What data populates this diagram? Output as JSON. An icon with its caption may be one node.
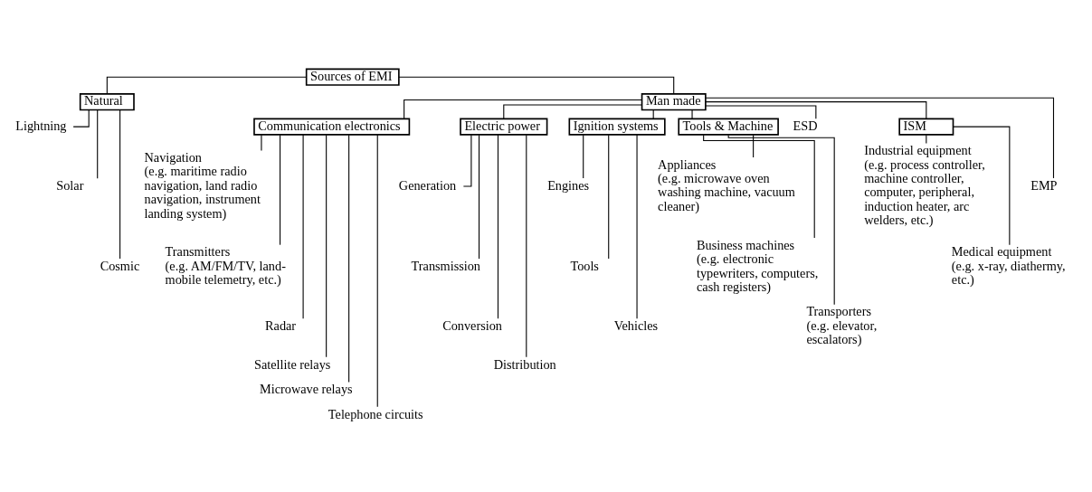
{
  "diagram": {
    "nodes": [
      {
        "text": [
          "Sources of EMI"
        ]
      },
      {
        "text": [
          "Natural"
        ]
      },
      {
        "text": [
          "Lightning"
        ]
      },
      {
        "text": [
          "Solar"
        ]
      },
      {
        "text": [
          "Cosmic"
        ]
      },
      {
        "text": [
          "Man made"
        ]
      },
      {
        "text": [
          "Communication electronics"
        ]
      },
      {
        "text": [
          "Electric power"
        ]
      },
      {
        "text": [
          "Ignition systems"
        ]
      },
      {
        "text": [
          "Tools & Machine"
        ]
      },
      {
        "text": [
          "ESD"
        ]
      },
      {
        "text": [
          "ISM"
        ]
      },
      {
        "text": [
          "EMP"
        ]
      },
      {
        "text": [
          "Navigation",
          "(e.g. maritime radio navigation, land radio navigation, instrument landing system)"
        ]
      },
      {
        "text": [
          "Transmitters",
          "(e.g. AM/FM/TV, land-mobile telemetry, etc.)"
        ]
      },
      {
        "text": [
          "Radar"
        ]
      },
      {
        "text": [
          "Satellite relays"
        ]
      },
      {
        "text": [
          "Microwave relays"
        ]
      },
      {
        "text": [
          "Telephone circuits"
        ]
      },
      {
        "text": [
          "Generation"
        ]
      },
      {
        "text": [
          "Transmission"
        ]
      },
      {
        "text": [
          "Conversion"
        ]
      },
      {
        "text": [
          "Distribution"
        ]
      },
      {
        "text": [
          "Engines"
        ]
      },
      {
        "text": [
          "Tools"
        ]
      },
      {
        "text": [
          "Vehicles"
        ]
      },
      {
        "text": [
          "Appliances",
          "(e.g. microwave oven washing machine, vacuum cleaner)"
        ]
      },
      {
        "text": [
          "Business machines",
          "(e.g. electronic typewriters, computers, cash registers)"
        ]
      },
      {
        "text": [
          "Transporters",
          "(e.g. elevator, escalators)"
        ]
      },
      {
        "text": [
          "Industrial equipment",
          "(e.g. process controller, machine controller, computer, peripheral, induction heater, arc welders, etc.)"
        ]
      },
      {
        "text": [
          "Medical equipment",
          "(e.g. x-ray, diathermy, etc.)"
        ]
      }
    ],
    "edges": [
      {
        "from": 0,
        "to": 1,
        "arrow": "none"
      },
      {
        "from": 0,
        "to": 5,
        "arrow": "none"
      },
      {
        "from": 1,
        "to": 2,
        "arrow": "none"
      },
      {
        "from": 1,
        "to": 3,
        "arrow": "none"
      },
      {
        "from": 1,
        "to": 4,
        "arrow": "none"
      },
      {
        "from": 5,
        "to": 6,
        "arrow": "none"
      },
      {
        "from": 5,
        "to": 7,
        "arrow": "none"
      },
      {
        "from": 5,
        "to": 8,
        "arrow": "none"
      },
      {
        "from": 5,
        "to": 9,
        "arrow": "none"
      },
      {
        "from": 5,
        "to": 10,
        "arrow": "none"
      },
      {
        "from": 5,
        "to": 11,
        "arrow": "none"
      },
      {
        "from": 5,
        "to": 12,
        "arrow": "none"
      },
      {
        "from": 6,
        "to": 13,
        "arrow": "none"
      },
      {
        "from": 6,
        "to": 14,
        "arrow": "none"
      },
      {
        "from": 6,
        "to": 15,
        "arrow": "none"
      },
      {
        "from": 6,
        "to": 16,
        "arrow": "none"
      },
      {
        "from": 6,
        "to": 17,
        "arrow": "none"
      },
      {
        "from": 6,
        "to": 18,
        "arrow": "none"
      },
      {
        "from": 7,
        "to": 19,
        "arrow": "none"
      },
      {
        "from": 7,
        "to": 20,
        "arrow": "none"
      },
      {
        "from": 7,
        "to": 21,
        "arrow": "none"
      },
      {
        "from": 7,
        "to": 22,
        "arrow": "none"
      },
      {
        "from": 8,
        "to": 23,
        "arrow": "none"
      },
      {
        "from": 8,
        "to": 24,
        "arrow": "none"
      },
      {
        "from": 8,
        "to": 25,
        "arrow": "none"
      },
      {
        "from": 9,
        "to": 26,
        "arrow": "none"
      },
      {
        "from": 9,
        "to": 27,
        "arrow": "none"
      },
      {
        "from": 9,
        "to": 28,
        "arrow": "none"
      },
      {
        "from": 11,
        "to": 29,
        "arrow": "none"
      },
      {
        "from": 11,
        "to": 30,
        "arrow": "none"
      }
    ]
  }
}
